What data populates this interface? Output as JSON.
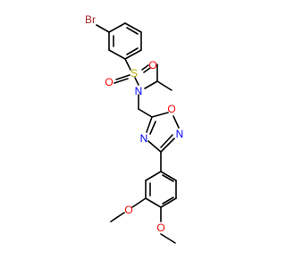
{
  "atoms": {
    "br": "Br",
    "s": "S",
    "o_s_left": "O",
    "o_s_right": "O",
    "n_sulfonamide": "N",
    "n_oxadiazole_left": "N",
    "o_oxadiazole": "O",
    "n_oxadiazole_right": "N",
    "o_methoxy_left": "O",
    "o_methoxy_right": "O"
  },
  "colors": {
    "bond": "#000000",
    "bromine": "#a52a2a",
    "sulfur": "#b8a800",
    "oxygen": "#ff0000",
    "nitrogen": "#0000ff"
  }
}
